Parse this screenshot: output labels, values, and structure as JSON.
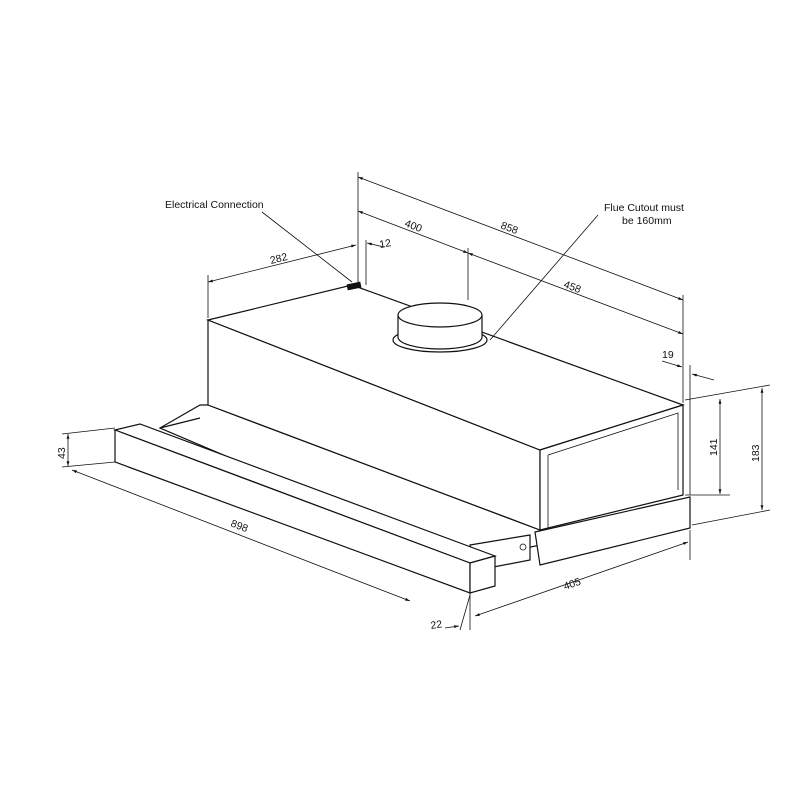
{
  "title": "Slide-out rangehood dimension drawing",
  "annotations": {
    "electrical_connection": "Electrical Connection",
    "flue_line1": "Flue Cutout must",
    "flue_line2": "be 160mm"
  },
  "dimensions": {
    "overall_width_top": "858",
    "flue_offset_left": "400",
    "flue_offset_right": "458",
    "depth_to_connection": "282",
    "connection_offset": "12",
    "side_offset": "19",
    "body_height": "141",
    "overall_height": "183",
    "front_panel_height": "43",
    "front_panel_width": "898",
    "depth": "405",
    "front_panel_thickness": "22"
  }
}
